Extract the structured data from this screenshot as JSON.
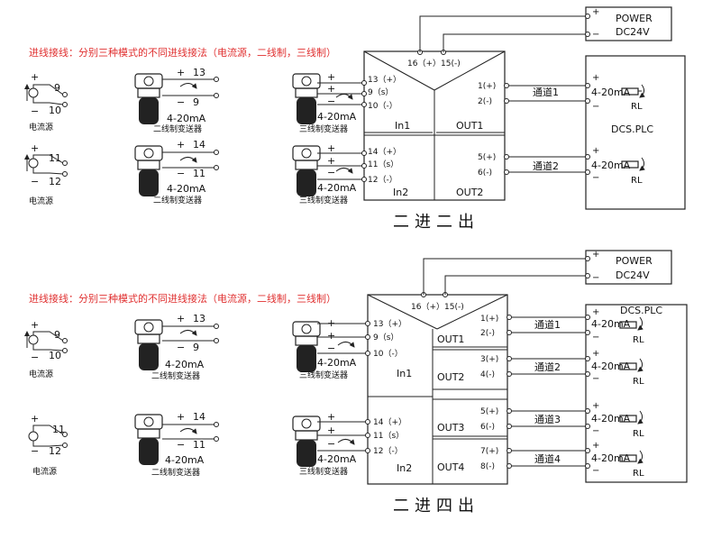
{
  "wiring_note": "进线接线：分别三种模式的不同进线接法（电流源，二线制，三线制）",
  "current_source_label": "电流源",
  "two_wire_label": "二线制变送器",
  "three_wire_label": "三线制变送器",
  "signal_label": "4-20mA",
  "plus": "+",
  "minus": "−",
  "power": {
    "title": "POWER",
    "voltage": "DC24V"
  },
  "load_label": "RL",
  "dcs_label": "DCS.PLC",
  "top": {
    "caption": "二进二出",
    "power_terms": "16（+）15(-)",
    "cs1_terms": [
      "9",
      "10"
    ],
    "cs2_terms": [
      "11",
      "12"
    ],
    "tw1_terms": [
      "13",
      "9"
    ],
    "tw2_terms": [
      "14",
      "11"
    ],
    "in1_terms": [
      "13（+）",
      "9（s）",
      "10（-）"
    ],
    "in2_terms": [
      "14（+）",
      "11（s）",
      "12（-）"
    ],
    "in1_label": "In1",
    "in2_label": "In2",
    "outputs": [
      {
        "label": "OUT1",
        "pos": "1(+)",
        "neg": "2(-)",
        "channel": "通道1"
      },
      {
        "label": "OUT2",
        "pos": "5(+)",
        "neg": "6(-)",
        "channel": "通道2"
      }
    ]
  },
  "bottom": {
    "caption": "二进四出",
    "power_terms": "16（+）15(-)",
    "cs1_terms": [
      "9",
      "10"
    ],
    "cs2_terms": [
      "11",
      "12"
    ],
    "tw1_terms": [
      "13",
      "9"
    ],
    "tw2_terms": [
      "14",
      "11"
    ],
    "in1_terms": [
      "13（+）",
      "9（s）",
      "10（-）"
    ],
    "in2_terms": [
      "14（+）",
      "11（s）",
      "12（-）"
    ],
    "in1_label": "In1",
    "in2_label": "In2",
    "outputs": [
      {
        "label": "OUT1",
        "pos": "1(+)",
        "neg": "2(-)",
        "channel": "通道1"
      },
      {
        "label": "OUT2",
        "pos": "3(+)",
        "neg": "4(-)",
        "channel": "通道2"
      },
      {
        "label": "OUT3",
        "pos": "5(+)",
        "neg": "6(-)",
        "channel": "通道3"
      },
      {
        "label": "OUT4",
        "pos": "7(+)",
        "neg": "8(-)",
        "channel": "通道4"
      }
    ]
  }
}
